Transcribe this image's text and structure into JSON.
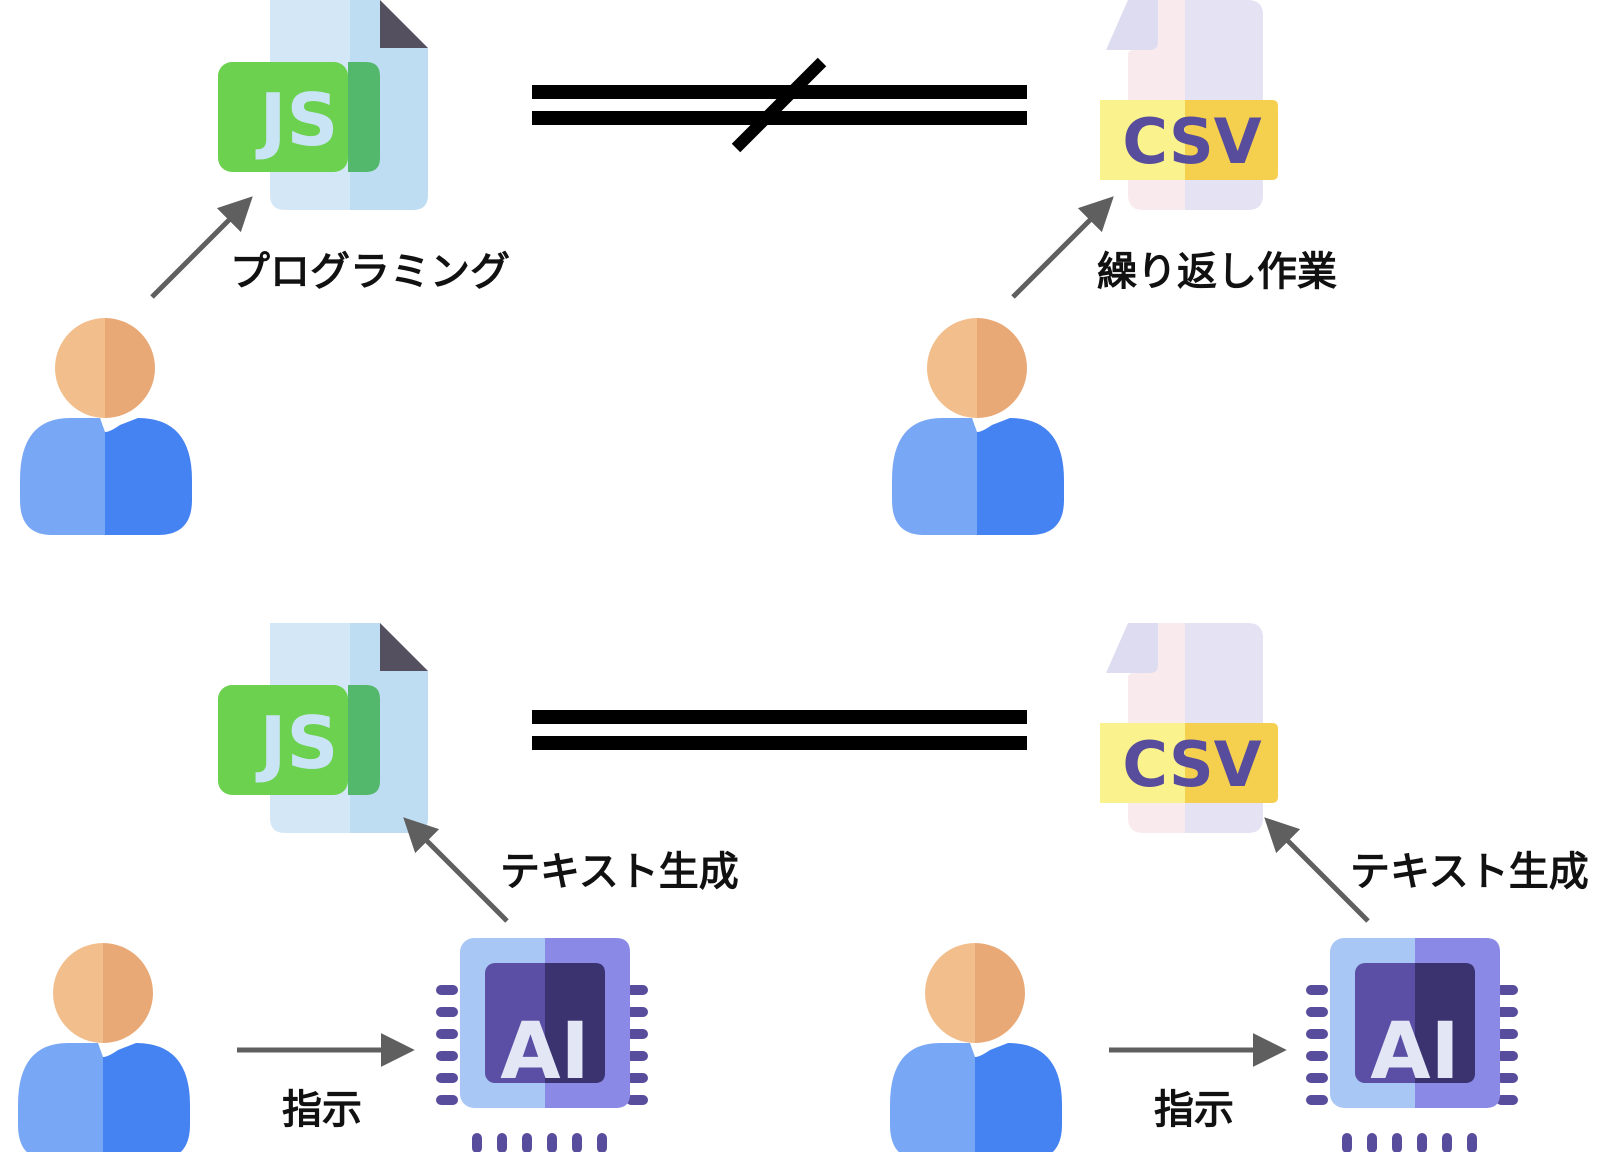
{
  "labels": {
    "programming": "プログラミング",
    "repetitive_work": "繰り返し作業",
    "text_generation_left": "テキスト生成",
    "text_generation_right": "テキスト生成",
    "instruction_left": "指示",
    "instruction_right": "指示"
  },
  "file_badges": {
    "js": "JS",
    "csv": "CSV",
    "ai": "AI"
  },
  "relations": {
    "top": "not-equal",
    "bottom": "equal"
  },
  "icons": [
    "user-icon",
    "js-file-icon",
    "csv-file-icon",
    "ai-chip-icon",
    "arrow-icon",
    "not-equal-sign",
    "equal-sign"
  ],
  "colors": {
    "skin_light": "#F2BE8C",
    "skin_dark": "#E8A977",
    "body_light": "#78A7F5",
    "body_dark": "#4582F2",
    "js_green": "#6BD14E",
    "js_green_dark": "#54B86C",
    "js_page": "#C9E4F5",
    "csv_yellow": "#FAF28C",
    "csv_yellow_dark": "#F5CF4E",
    "csv_text": "#584C9C",
    "csv_page": "#F2E8F0",
    "chip_body": "#A9C7F5",
    "chip_core": "#5B4FA5",
    "chip_pin": "#584C9C",
    "arrow": "#5F5F5F"
  }
}
